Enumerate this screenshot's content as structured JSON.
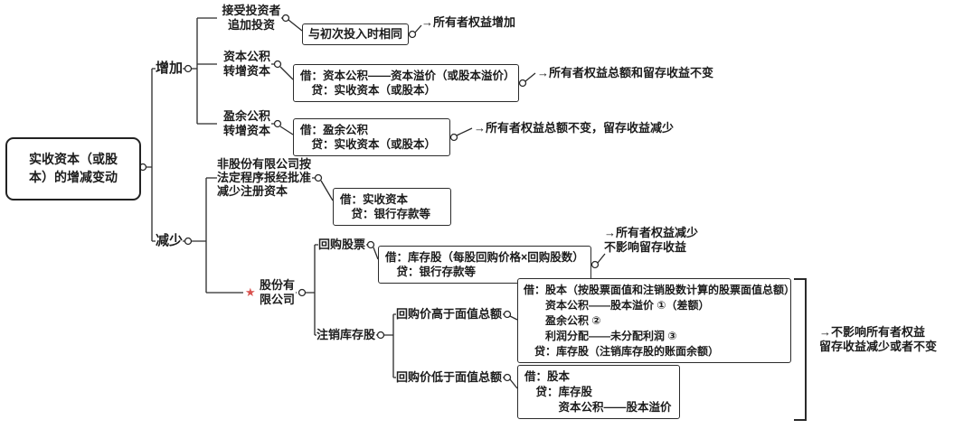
{
  "root": {
    "label": "实收资本（或股\n本）的增减变动"
  },
  "increase": {
    "label": "增加",
    "items": [
      {
        "label": "接受投资者\n追加投资",
        "box": "与初次投入时相同",
        "note": "→所有者权益增加"
      },
      {
        "label": "资本公积\n转增资本",
        "box": "借：资本公积——资本溢价（或股本溢价）\n　贷：实收资本（或股本）",
        "note": "→所有者权益总额和留存收益不变"
      },
      {
        "label": "盈余公积\n转增资本",
        "box": "借：盈余公积\n　贷：实收资本（或股本）",
        "note": "→所有者权益总额不变，留存收益减少"
      }
    ]
  },
  "decrease": {
    "label": "减少",
    "non_stock": {
      "label": "非股份有限公司按\n法定程序报经批准\n减少注册资本",
      "box": "借：实收资本\n　贷：银行存款等"
    },
    "stock": {
      "star": "★",
      "label": "股份有\n限公司",
      "repurchase": {
        "label": "回购股票",
        "box": "借：库存股（每股回购价格×回购股数）\n　贷：银行存款等",
        "note": "→所有者权益减少\n不影响留存收益"
      },
      "cancel": {
        "label": "注销库存股",
        "above_par": {
          "label": "回购价高于面值总额",
          "box": "借：股本（按股票面值和注销股数计算的股票面值总额）\n　　资本公积——股本溢价 ①（差额）\n　　盈余公积 ②\n　　利润分配——未分配利润 ③\n　贷：库存股（注销库存股的账面余额）"
        },
        "below_par": {
          "label": "回购价低于面值总额",
          "box": "借：股本\n　贷：库存股\n　　　资本公积——股本溢价"
        },
        "note": "→不影响所有者权益\n留存收益减少或者不变"
      }
    }
  }
}
